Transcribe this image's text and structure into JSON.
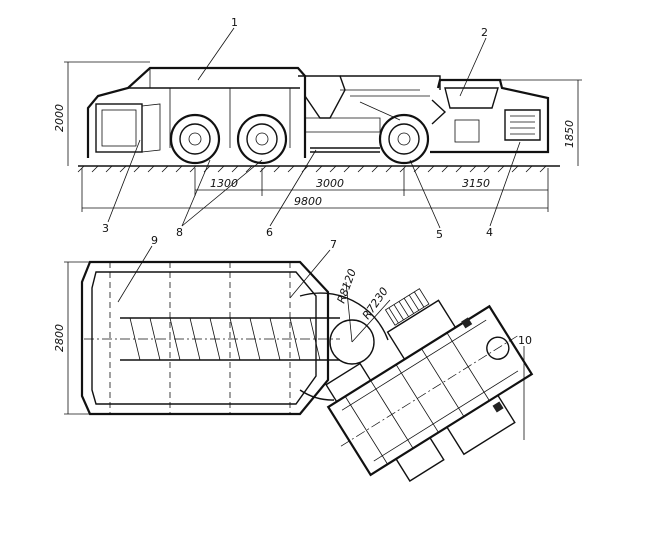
{
  "callouts": {
    "c1": "1",
    "c2": "2",
    "c3": "3",
    "c4": "4",
    "c5": "5",
    "c6": "6",
    "c7": "7",
    "c8": "8",
    "c9": "9",
    "c10": "10"
  },
  "dimensions": {
    "height_left": "2000",
    "height_right": "1850",
    "wheelbase_1": "1300",
    "wheelbase_2": "3000",
    "rear_overhang": "3150",
    "overall_length": "9800",
    "width": "2800",
    "radius_outer": "R8120",
    "radius_inner": "R7230"
  },
  "colors": {
    "ink": "#111111",
    "paper": "#ffffff"
  }
}
